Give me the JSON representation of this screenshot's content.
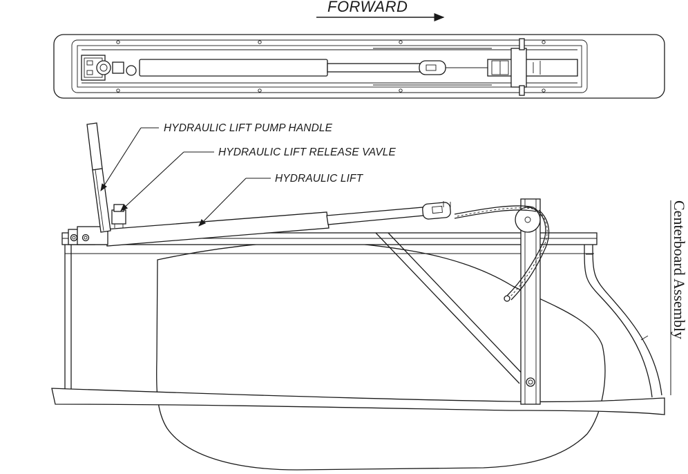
{
  "direction_label": "FORWARD",
  "title": "Centerboard Assembly",
  "callouts": [
    {
      "id": "pump-handle",
      "text": "HYDRAULIC LIFT PUMP HANDLE"
    },
    {
      "id": "release-valve",
      "text": "HYDRAULIC LIFT RELEASE VAVLE"
    },
    {
      "id": "lift",
      "text": "HYDRAULIC LIFT"
    }
  ],
  "colors": {
    "ink": "#1a1a1a",
    "background": "#ffffff"
  }
}
